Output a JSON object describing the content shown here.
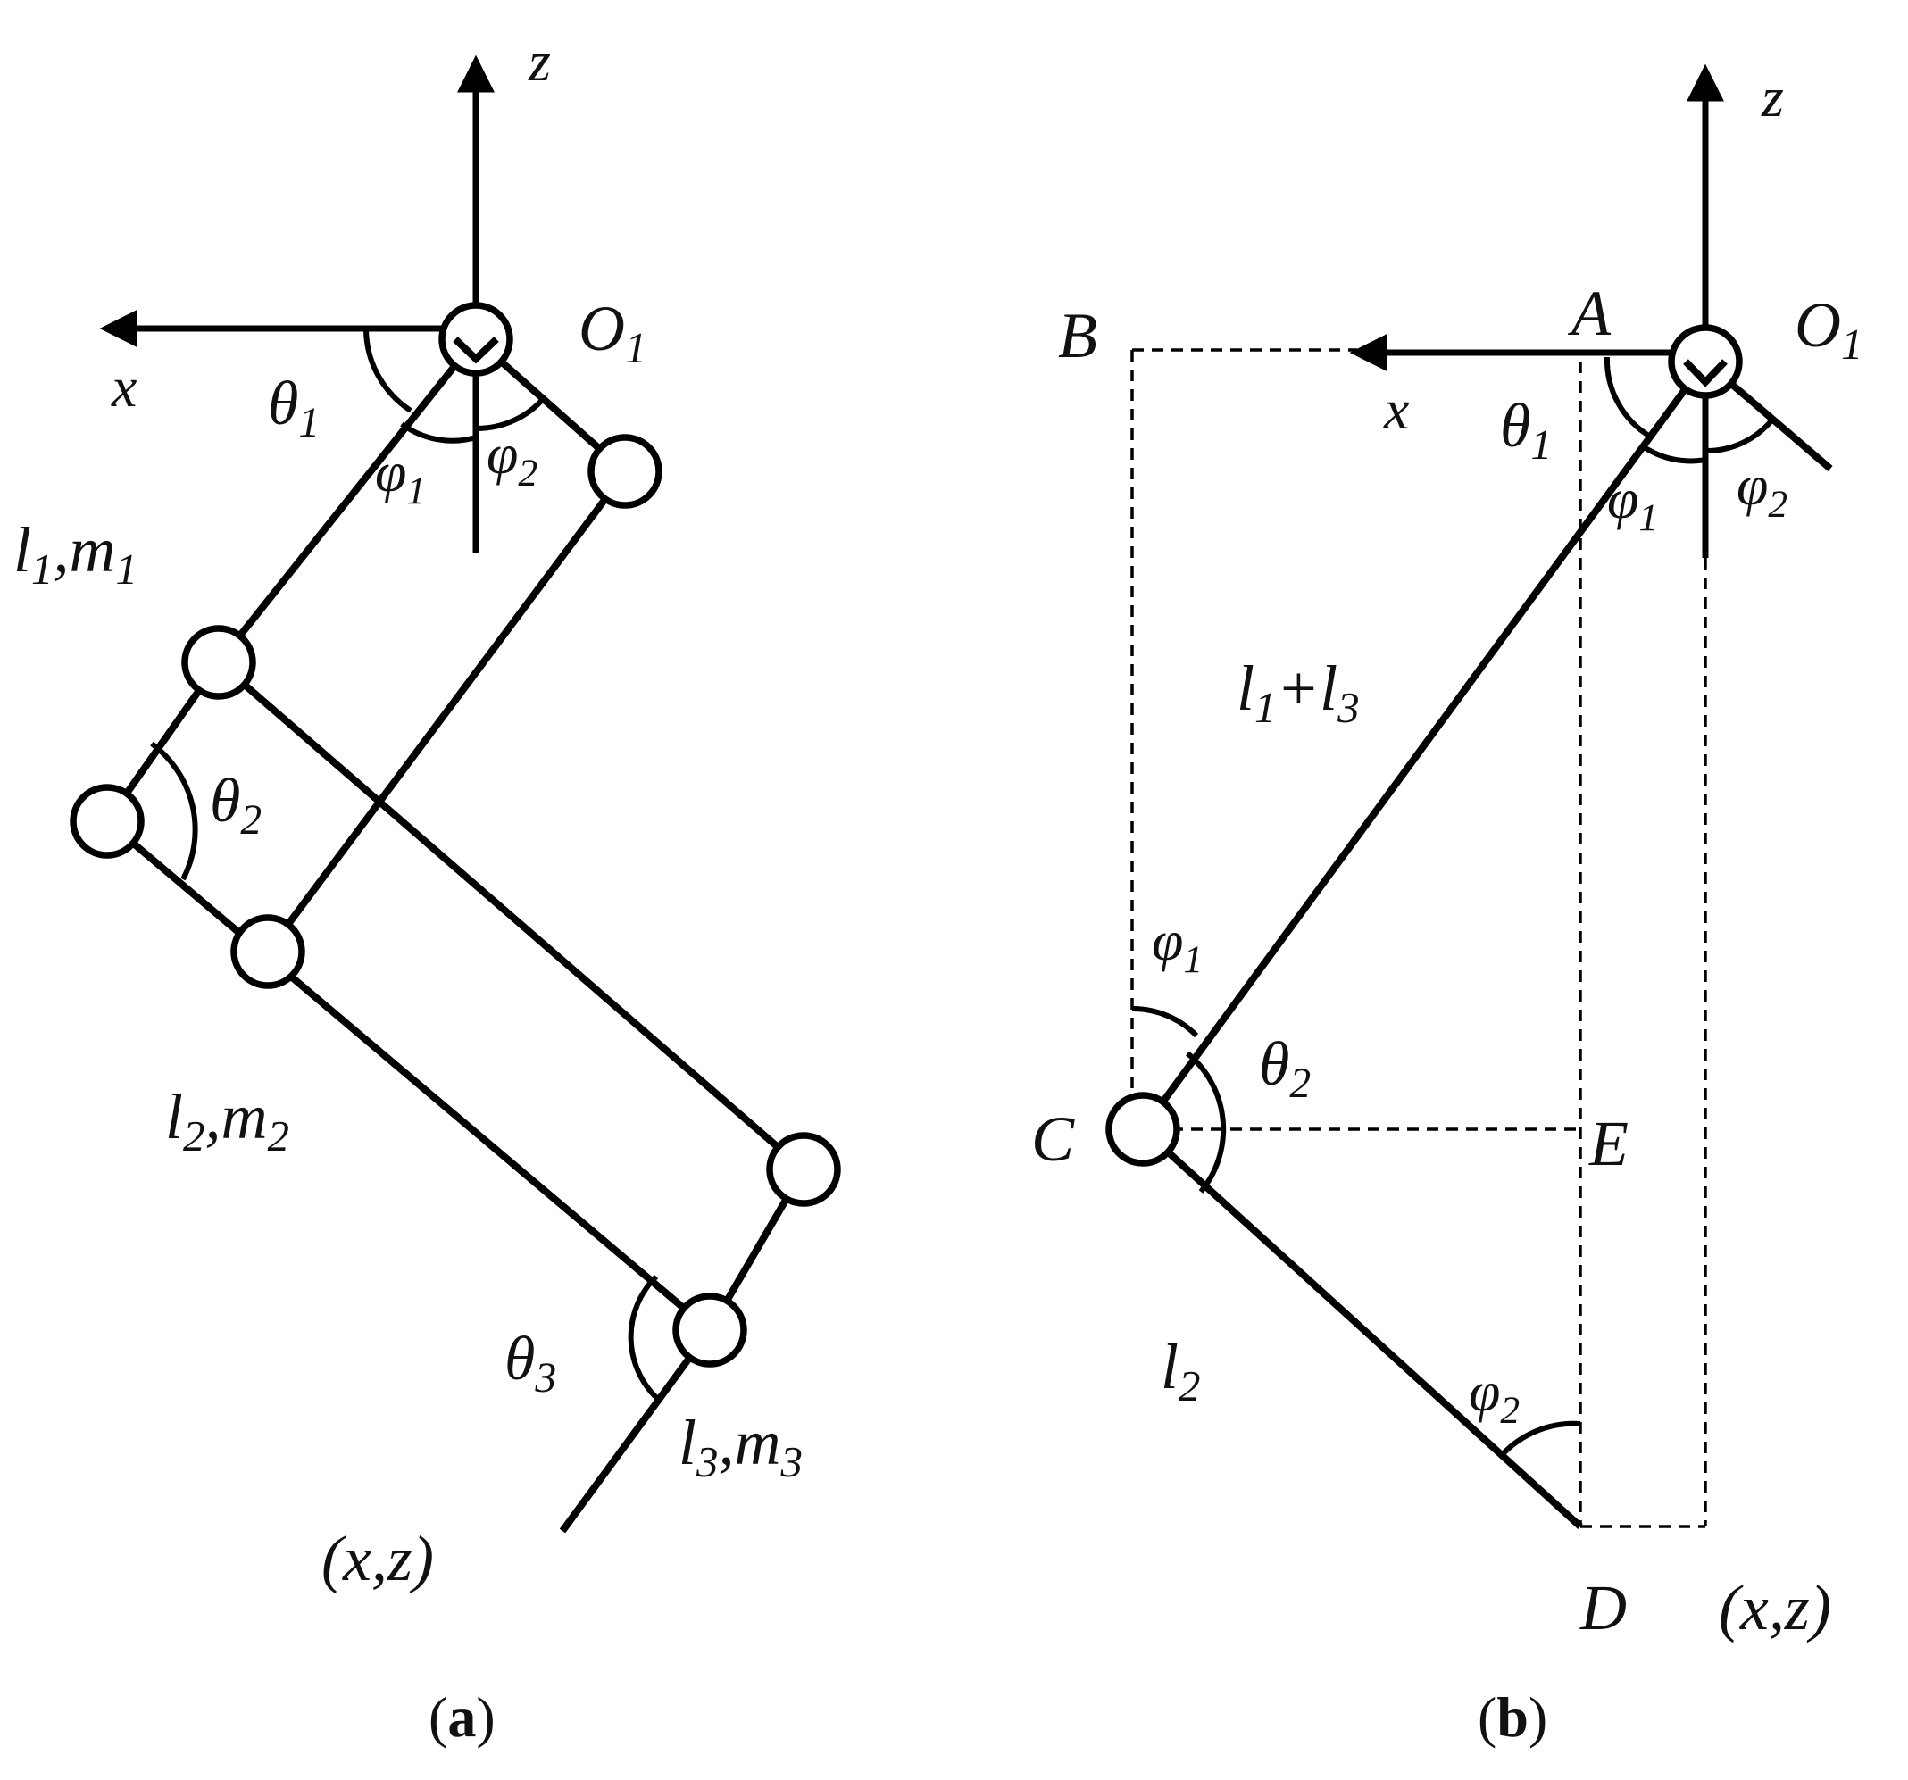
{
  "panel_a": {
    "axis_z": "z",
    "axis_x": "x",
    "origin": "O",
    "origin_sub": "1",
    "theta1": "θ",
    "theta1_sub": "1",
    "phi1": "φ",
    "phi1_sub": "1",
    "phi2": "φ",
    "phi2_sub": "2",
    "link1_l": "l",
    "link1_l_sub": "1",
    "link1_sep": ",",
    "link1_m": "m",
    "link1_m_sub": "1",
    "theta2": "θ",
    "theta2_sub": "2",
    "link2_l": "l",
    "link2_l_sub": "2",
    "link2_sep": ",",
    "link2_m": "m",
    "link2_m_sub": "2",
    "theta3": "θ",
    "theta3_sub": "3",
    "link3_l": "l",
    "link3_l_sub": "3",
    "link3_sep": ",",
    "link3_m": "m",
    "link3_m_sub": "3",
    "endpoint": "(x,z)",
    "caption_open": "(",
    "caption_letter": "a",
    "caption_close": ")"
  },
  "panel_b": {
    "axis_z": "z",
    "axis_x": "x",
    "origin": "O",
    "origin_sub": "1",
    "point_a": "A",
    "point_b": "B",
    "point_c": "C",
    "point_d": "D",
    "point_e": "E",
    "theta1": "θ",
    "theta1_sub": "1",
    "phi1_top": "φ",
    "phi1_top_sub": "1",
    "phi2_top": "φ",
    "phi2_top_sub": "2",
    "sum_l1": "l",
    "sum_l1_sub": "1",
    "sum_plus": "+",
    "sum_l3": "l",
    "sum_l3_sub": "3",
    "phi1_c": "φ",
    "phi1_c_sub": "1",
    "theta2": "θ",
    "theta2_sub": "2",
    "l2": "l",
    "l2_sub": "2",
    "phi2_d": "φ",
    "phi2_d_sub": "2",
    "endpoint": "(x,z)",
    "caption_open": "(",
    "caption_letter": "b",
    "caption_close": ")"
  }
}
